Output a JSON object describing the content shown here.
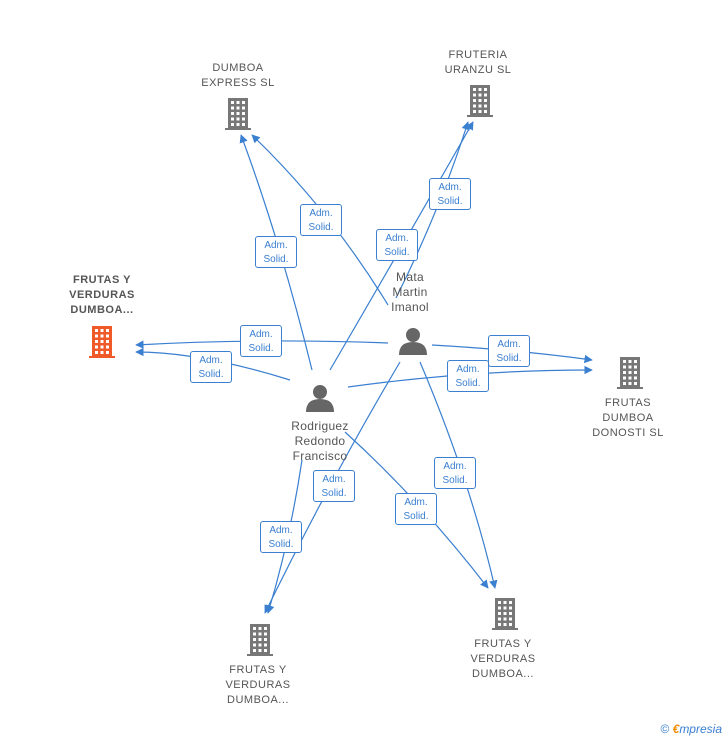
{
  "colors": {
    "edge": "#3a7fd0",
    "building": "#777777",
    "focus": "#f05a28",
    "person": "#666666"
  },
  "nodes": {
    "dumboa_express": {
      "label": "DUMBOA\nEXPRESS  SL",
      "icon": "building-icon"
    },
    "fruteria_uranzu": {
      "label": "FRUTERIA\nURANZU  SL",
      "icon": "building-icon"
    },
    "frutas_verduras_focus": {
      "label": "FRUTAS Y\nVERDURAS\nDUMBOA...",
      "icon": "building-icon"
    },
    "frutas_dumboa_donosti": {
      "label": "FRUTAS\nDUMBOA\nDONOSTI  SL",
      "icon": "building-icon"
    },
    "frutas_verduras_bottom_left": {
      "label": "FRUTAS Y\nVERDURAS\nDUMBOA...",
      "icon": "building-icon"
    },
    "frutas_verduras_bottom_right": {
      "label": "FRUTAS Y\nVERDURAS\nDUMBOA...",
      "icon": "building-icon"
    },
    "mata_martin": {
      "label": "Mata\nMartin\nImanol",
      "icon": "person-icon"
    },
    "rodriguez_redondo": {
      "label": "Rodriguez\nRedondo\nFrancisco",
      "icon": "person-icon"
    }
  },
  "edge_label": "Adm.\nSolid.",
  "footer": {
    "copyright": "©",
    "brand_first": "€",
    "brand_rest": "mpresia"
  }
}
